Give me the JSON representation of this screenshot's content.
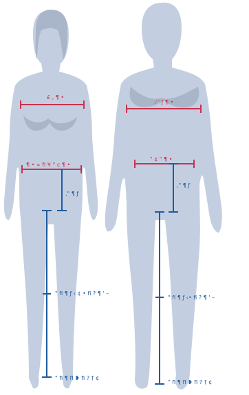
{
  "colors": {
    "silhouette": "#c3cfe1",
    "silhouette_shade": "#a9b6c9",
    "circumference": "#c8324e",
    "length": "#1d5b9e"
  },
  "female": {
    "bust_label": "£ ‚ ¶ •",
    "waist_label": "¶ • ∝ fi ¥ ° c ¶ •",
    "rise_label": "‚\" ¶ ƒ",
    "knee_label": "\" fi ¶ ƒ ‹ ¢ • fi ? ¶ ' –",
    "inseam_label": "\" fi ¶ fl ❥ fi ? † ¢"
  },
  "male": {
    "chest_label": "⁄ ' ƒ ¶ •",
    "waist_label": "\" ¢ \" ¶ •",
    "rise_label": "‚\" ¶ ƒ",
    "knee_label": "\" fi ¶ ƒ ‹• fi ? ¶ ' –",
    "inseam_label": "\" fi ¶ fl ❥ fi ? † ¢"
  }
}
